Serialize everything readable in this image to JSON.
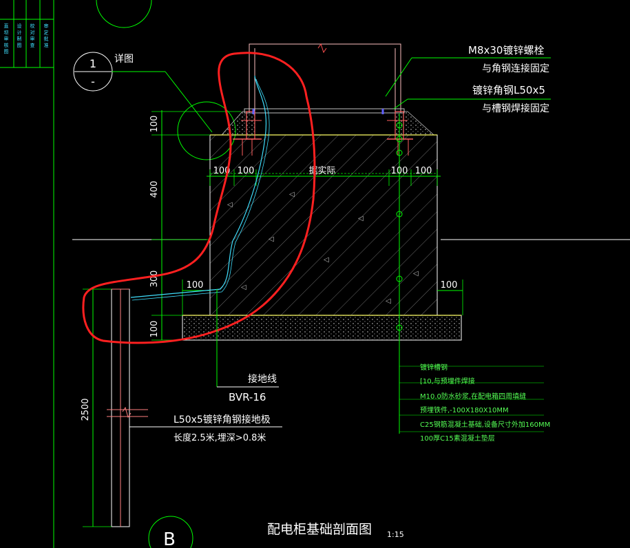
{
  "colors": {
    "background": "#000000",
    "white": "#ffffff",
    "green": "#00ff00",
    "bright_green": "#55ff55",
    "red_markup": "#ff2020",
    "cyan": "#40e0ff",
    "yellow": "#ffff66",
    "pink": "#ff7f7f",
    "grey": "#bfbfbf"
  },
  "detail_callout": {
    "number": "1",
    "sheet": "-",
    "label": "详图"
  },
  "top_note": {
    "line1": "M8x30镀锌螺栓",
    "line2": "与角钢连接固定",
    "line3": "镀锌角钢L50x5",
    "line4": "与槽钢焊接固定"
  },
  "dimensions": {
    "h100_top": "100",
    "h400": "400",
    "h300": "300",
    "h100_bottom": "100",
    "w100_a": "100",
    "w100_b": "100",
    "actual": "据实际",
    "w100_c": "100",
    "w100_d": "100",
    "left_step": "100",
    "right_step": "100",
    "h2500": "2500"
  },
  "ground_wire": {
    "name": "接地线",
    "spec": "BVR-16"
  },
  "ground_electrode": {
    "spec": "L50x5镀锌角钢接地极",
    "note": "长度2.5米,埋深>0.8米"
  },
  "legend_notes": [
    "镀锌槽钢",
    "[10,与预埋件焊接",
    "M10.0防水砂浆,在配电箱四周填缝",
    "预埋铁件,-100X180X10MM",
    "C25钢筋混凝土基础,设备尺寸外加160MM",
    "100厚C15素混凝土垫层"
  ],
  "title": {
    "main": "配电柜基础剖面图",
    "scale": "1:15"
  },
  "grid_bubble": {
    "label": "B"
  },
  "left_strip": {
    "col1": "直 坝 审 核 图",
    "col2": "设 计 制 图",
    "col3": "校 对 审 查",
    "col4": "审 定 批 准"
  }
}
